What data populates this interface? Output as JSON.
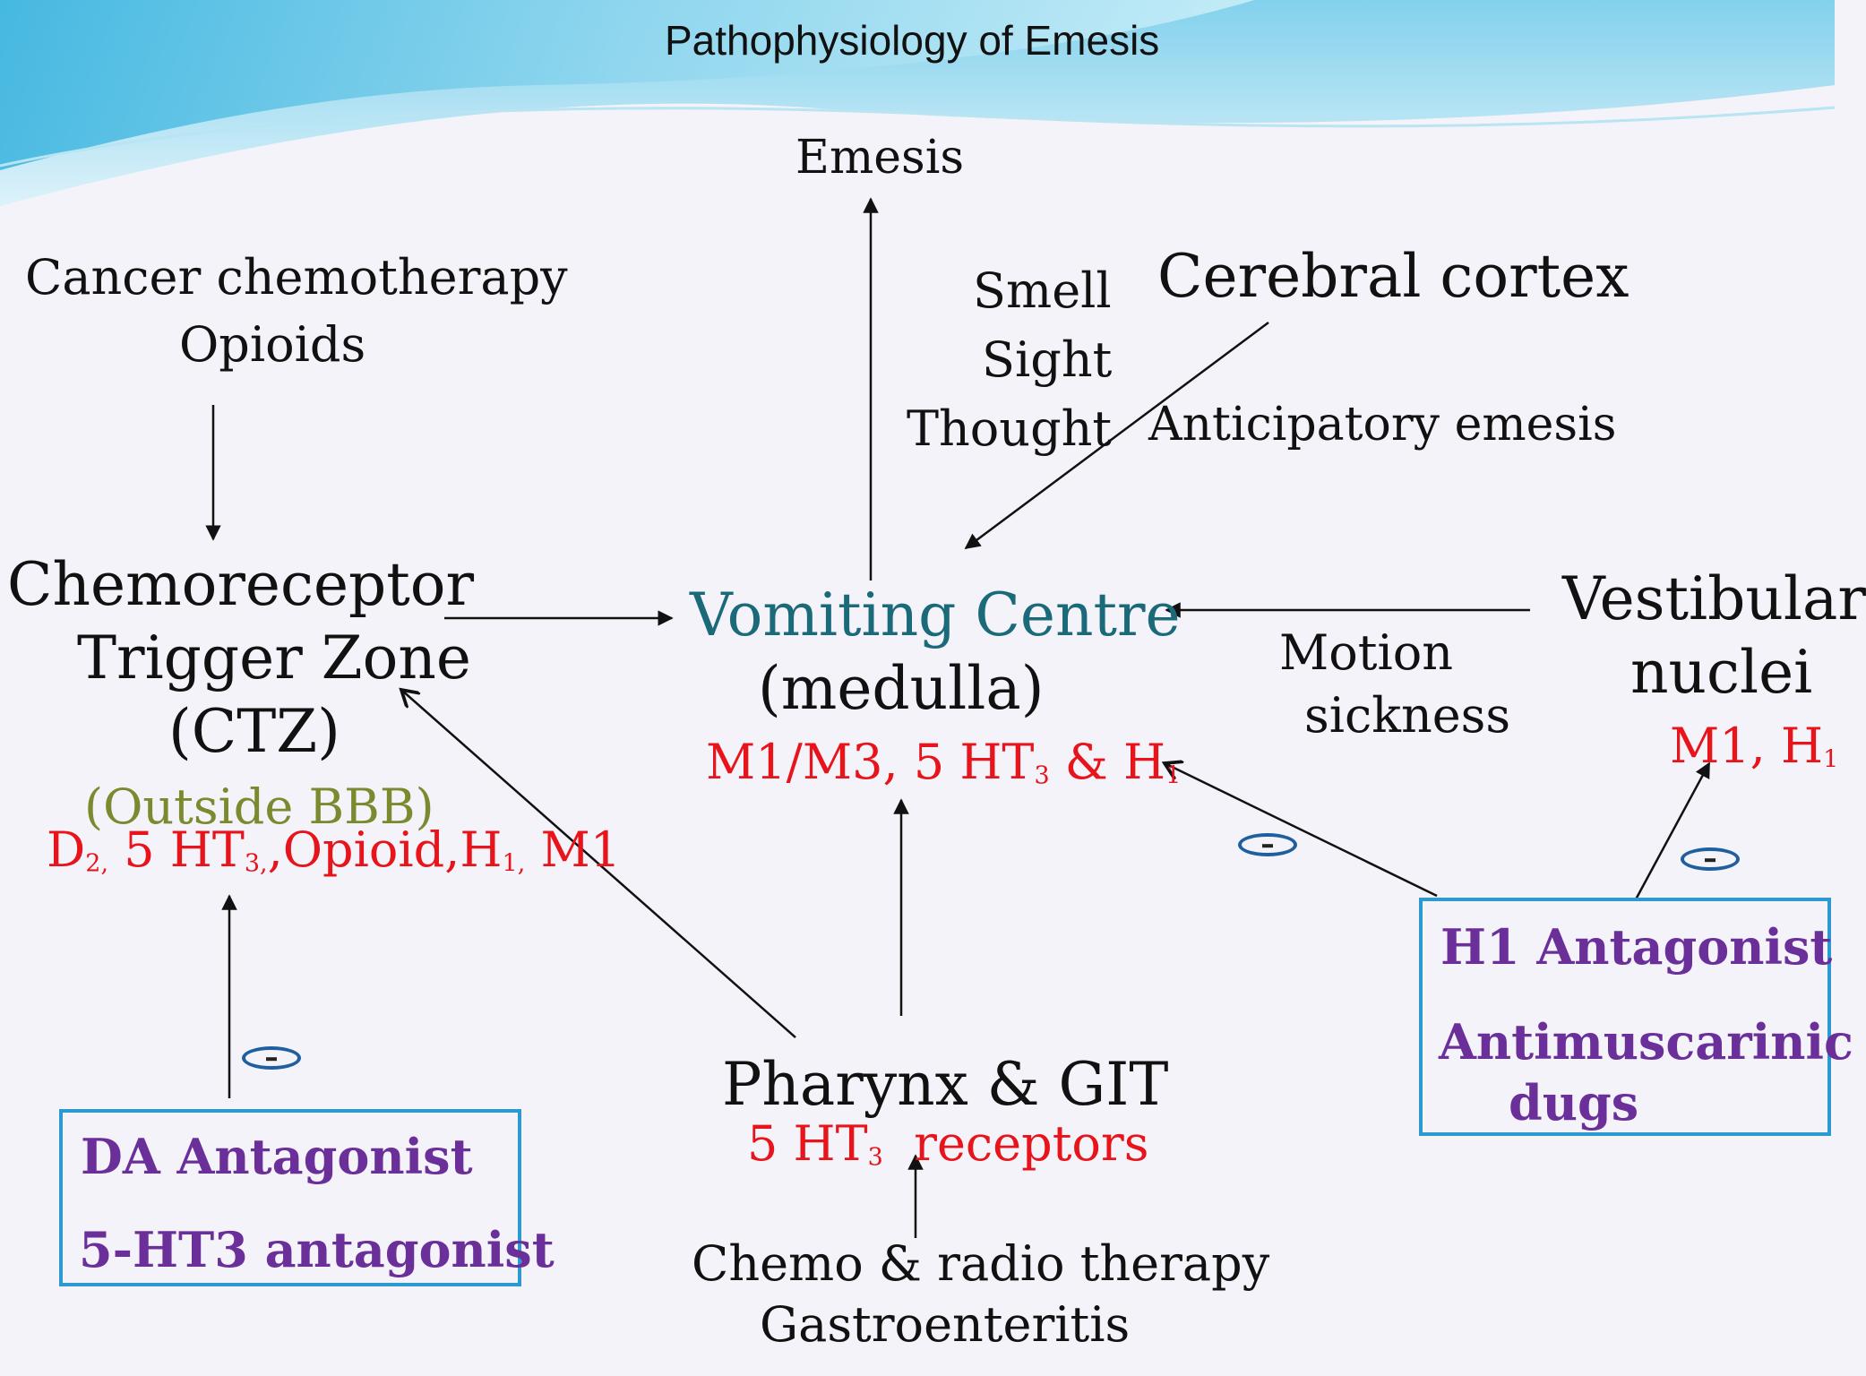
{
  "header": {
    "title": "Pathophysiology of Emesis"
  },
  "emesis": "Emesis",
  "causes_ctz": {
    "line1": "Cancer chemotherapy",
    "line2": "Opioids"
  },
  "senses": {
    "smell": "Smell",
    "sight": "Sight",
    "thought": "Thought"
  },
  "cortex": {
    "title": "Cerebral cortex",
    "anticipatory": "Anticipatory emesis"
  },
  "ctz": {
    "line1": "Chemoreceptor",
    "line2": "Trigger Zone",
    "line3": "(CTZ)",
    "note": "(Outside BBB)",
    "receptors": {
      "d": "D",
      "d_sub": "2,",
      "ht": " 5 HT",
      "ht_sub": "3,",
      "rest": ",Opioid,H",
      "h_sub": "1,",
      "m": " M1"
    }
  },
  "vomiting_centre": {
    "title": "Vomiting Centre",
    "sub": "(medulla)",
    "receptors": {
      "a": "M1/M3, 5 HT",
      "a_sub": "3",
      "b": " & H",
      "b_sub": "1"
    }
  },
  "vestibular": {
    "line1": "Vestibular",
    "line2": "nuclei",
    "receptors": {
      "a": "M1, H",
      "a_sub": "1"
    }
  },
  "motion": {
    "line1": "Motion",
    "line2": "sickness"
  },
  "pharynx": {
    "title": "Pharynx & GIT",
    "receptors": {
      "a": "5 HT",
      "a_sub": "3",
      "b": "  receptors"
    }
  },
  "causes_git": {
    "line1": "Chemo & radio therapy",
    "line2": "Gastroenteritis"
  },
  "box_da": {
    "line1": "DA Antagonist",
    "line2": "5-HT3 antagonist"
  },
  "box_h1": {
    "line1": "H1 Antagonist",
    "line2": "Antimuscarinic",
    "line3": "dugs"
  },
  "inhibit_symbol": "-",
  "colors": {
    "teal": "#1a6a7a",
    "red": "#e8141c",
    "olive": "#7a8a2e",
    "purple": "#6b2f9a",
    "box_border": "#2a9ad0",
    "inhibit": "#1f5fa0"
  }
}
